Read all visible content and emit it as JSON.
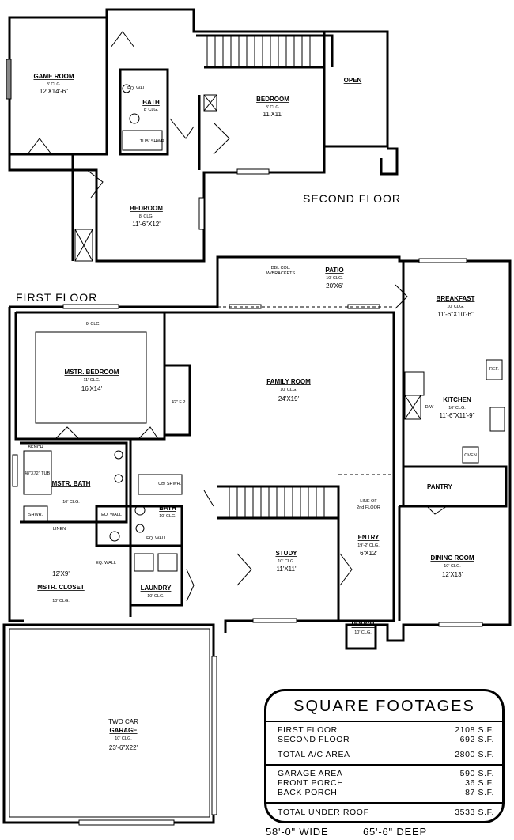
{
  "floors": {
    "second": "SECOND FLOOR",
    "first": "FIRST FLOOR"
  },
  "rooms": {
    "game_room": {
      "name": "GAME ROOM",
      "ceiling": "8' CLG.",
      "size": "12'X14'-6\""
    },
    "bath2": {
      "name": "BATH",
      "ceiling": "8' CLG."
    },
    "bedroom2a": {
      "name": "BEDROOM",
      "ceiling": "8' CLG.",
      "size": "11'X11'"
    },
    "bedroom2b": {
      "name": "BEDROOM",
      "ceiling": "8' CLG.",
      "size": "11'-6\"X12'"
    },
    "open": {
      "name": "OPEN"
    },
    "patio": {
      "name": "PATIO",
      "ceiling": "10' CLG.",
      "size": "20'X6'"
    },
    "breakfast": {
      "name": "BREAKFAST",
      "ceiling": "10' CLG.",
      "size": "11'-6\"X10'-6\""
    },
    "family_room": {
      "name": "FAMILY ROOM",
      "ceiling": "10' CLG.",
      "size": "24'X19'"
    },
    "kitchen": {
      "name": "KITCHEN",
      "ceiling": "10' CLG.",
      "size": "11'-6\"X11'-9\""
    },
    "mstr_bedroom": {
      "name": "MSTR. BEDROOM",
      "ceiling": "11' CLG.",
      "size": "16'X14'"
    },
    "mstr_bath": {
      "name": "MSTR. BATH",
      "ceiling": "10' CLG."
    },
    "bath1": {
      "name": "BATH",
      "ceiling": "10' CLG."
    },
    "pantry": {
      "name": "PANTRY"
    },
    "study": {
      "name": "STUDY",
      "ceiling": "10' CLG.",
      "size": "11'X11'"
    },
    "entry": {
      "name": "ENTRY",
      "ceiling": "19'-2' CLG.",
      "size": "6'X12'"
    },
    "dining_room": {
      "name": "DINING ROOM",
      "ceiling": "10' CLG.",
      "size": "12'X13'"
    },
    "mstr_closet": {
      "name": "MSTR. CLOSET",
      "ceiling": "10' CLG.",
      "size": "12'X9'"
    },
    "laundry": {
      "name": "LAUNDRY",
      "ceiling": "10' CLG."
    },
    "porch": {
      "name": "PORCH",
      "ceiling": "10' CLG."
    },
    "garage": {
      "line1": "TWO CAR",
      "name": "GARAGE",
      "ceiling": "10' CLG.",
      "size": "23'-6\"X22'"
    }
  },
  "notes": {
    "dbl_col": "DBL COL.",
    "w_brackets": "W/BRACKETS",
    "line_of": "LINE OF",
    "floor2": "2nd FLOOR",
    "nine_clg": "9' CLG.",
    "tub_shwr_2": "TUB/ SHWR.",
    "tub_shwr_1": "TUB/ SHWR.",
    "tub_48": "48\"X72\" TUB",
    "bench": "BENCH",
    "linen": "LINEN",
    "shwr": "SHWR.",
    "dw": "D/W",
    "oven": "OVEN",
    "refr": "REF.",
    "eq_wall_a": "EQ. WALL",
    "eq_wall_b": "EQ. WALL",
    "eq_wall_c": "EQ. WALL",
    "eq_wall_d": "EQ. WALL",
    "fp": "42\" F.P."
  },
  "square_footages": {
    "title": "SQUARE FOOTAGES",
    "rows": [
      {
        "label": "FIRST FLOOR",
        "value": "2108 S.F."
      },
      {
        "label": "SECOND FLOOR",
        "value": "692 S.F."
      },
      {
        "label": "TOTAL A/C AREA",
        "value": "2800 S.F."
      },
      {
        "label": "GARAGE AREA",
        "value": "590 S.F."
      },
      {
        "label": "FRONT PORCH",
        "value": "36 S.F."
      },
      {
        "label": "BACK PORCH",
        "value": "87 S.F."
      },
      {
        "label": "TOTAL UNDER ROOF",
        "value": "3533 S.F."
      }
    ]
  },
  "dimensions": {
    "wide": "58'-0\" WIDE",
    "deep": "65'-6\" DEEP"
  }
}
